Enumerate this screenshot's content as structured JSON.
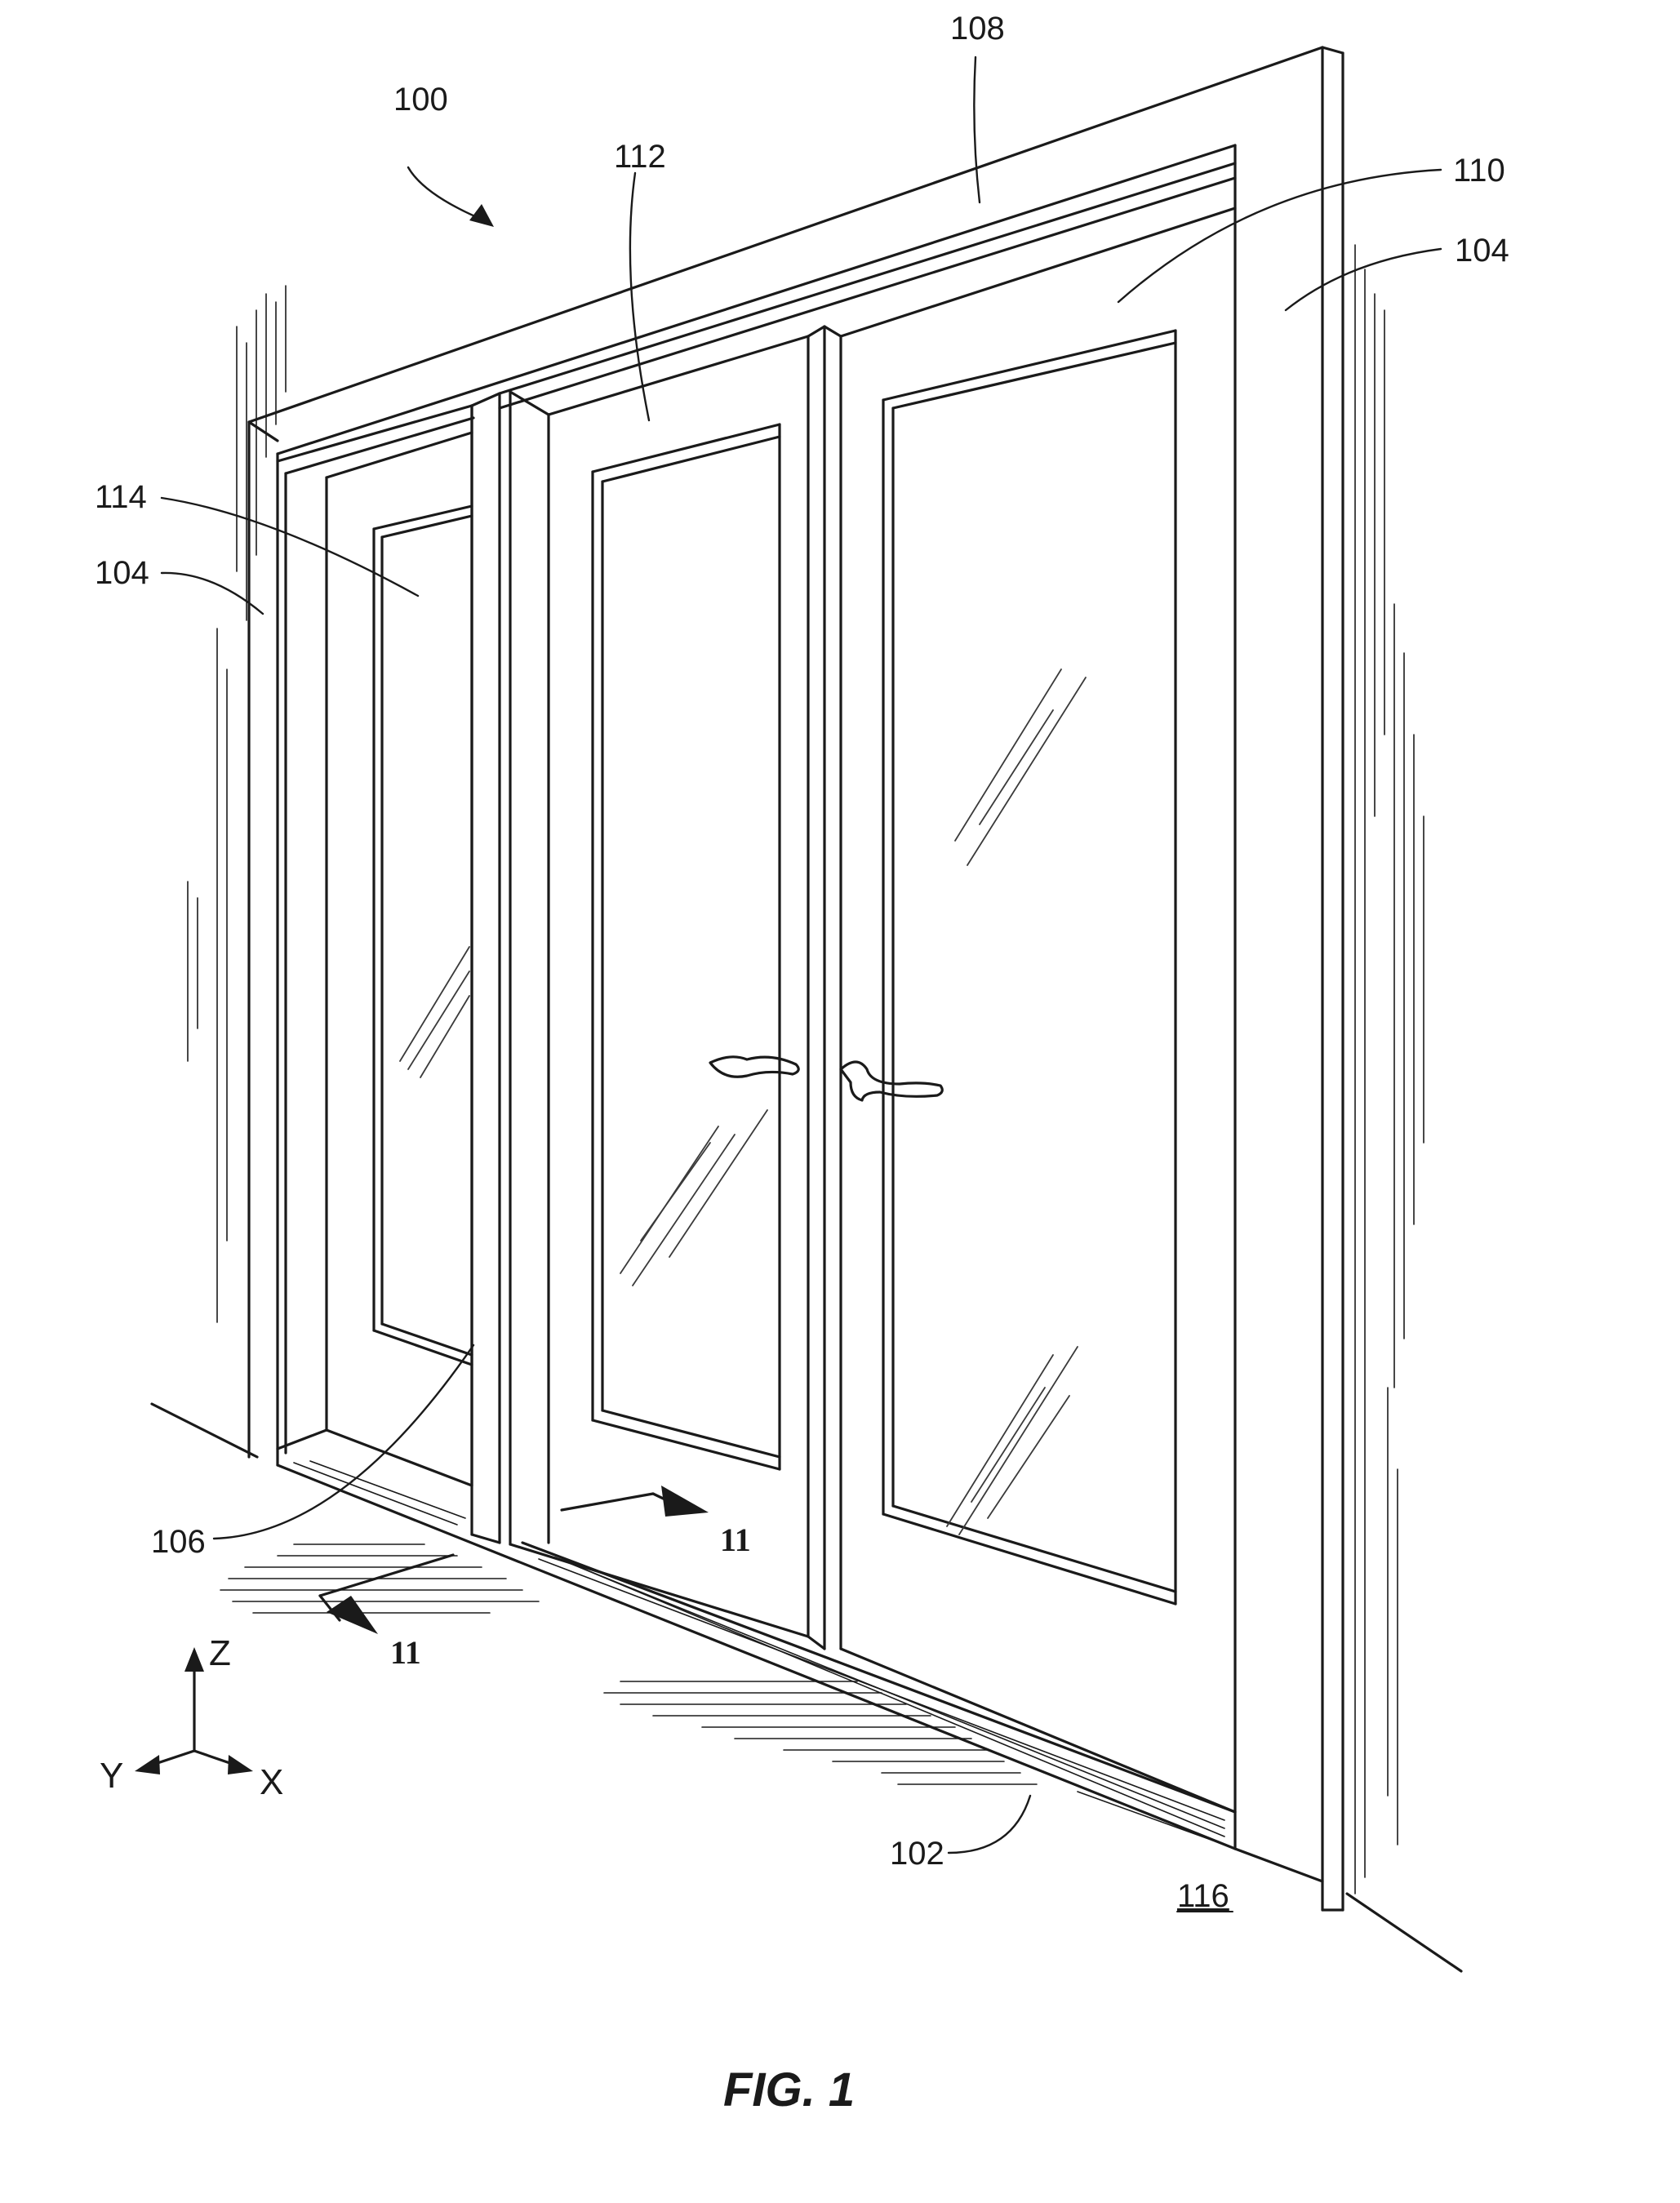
{
  "figure": {
    "caption": "FIG. 1",
    "reference_numerals": {
      "assembly": "100",
      "sill": "102",
      "jamb_left": "104",
      "jamb_right": "104",
      "astragal": "106",
      "head": "108",
      "door_right": "110",
      "door_middle": "112",
      "door_left": "114",
      "floor": "116"
    },
    "section_marks": {
      "upper": "11",
      "lower": "11"
    },
    "axes": {
      "z": "Z",
      "y": "Y",
      "x": "X"
    }
  }
}
